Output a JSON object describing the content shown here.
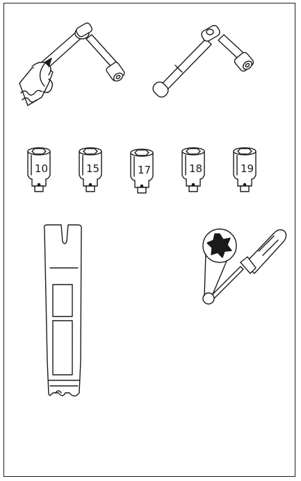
{
  "socket_sizes": [
    "10",
    "15",
    "17",
    "18",
    "19"
  ],
  "line_color": "#1a1a1a",
  "background_color": "#ffffff",
  "tools": [
    {
      "name": "ratchet-wrench-in-use",
      "icon": "ratchet-wrench-with-hand-icon"
    },
    {
      "name": "ratchet-wrench",
      "icon": "ratchet-wrench-icon"
    },
    {
      "name": "sockets",
      "icon": "hex-socket-icon"
    },
    {
      "name": "trim-removal-tool",
      "icon": "pry-bar-icon"
    },
    {
      "name": "torx-screwdriver",
      "icon": "torx-screwdriver-icon"
    }
  ]
}
